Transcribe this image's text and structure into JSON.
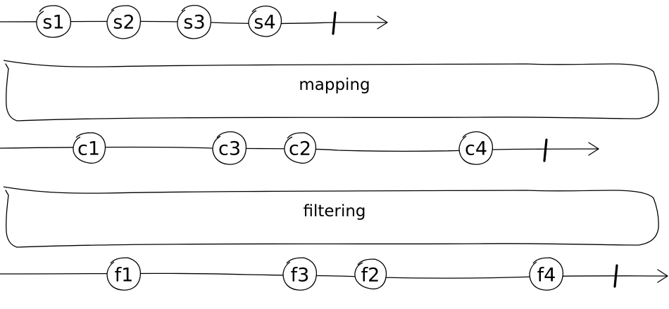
{
  "streams": [
    {
      "id": "source",
      "events": [
        {
          "label": "s1"
        },
        {
          "label": "s2"
        },
        {
          "label": "s3"
        },
        {
          "label": "s4"
        }
      ]
    },
    {
      "id": "mapped",
      "events": [
        {
          "label": "c1"
        },
        {
          "label": "c3"
        },
        {
          "label": "c2"
        },
        {
          "label": "c4"
        }
      ]
    },
    {
      "id": "filtered",
      "events": [
        {
          "label": "f1"
        },
        {
          "label": "f3"
        },
        {
          "label": "f2"
        },
        {
          "label": "f4"
        }
      ]
    }
  ],
  "operators": [
    {
      "label": "mapping"
    },
    {
      "label": "filtering"
    }
  ]
}
